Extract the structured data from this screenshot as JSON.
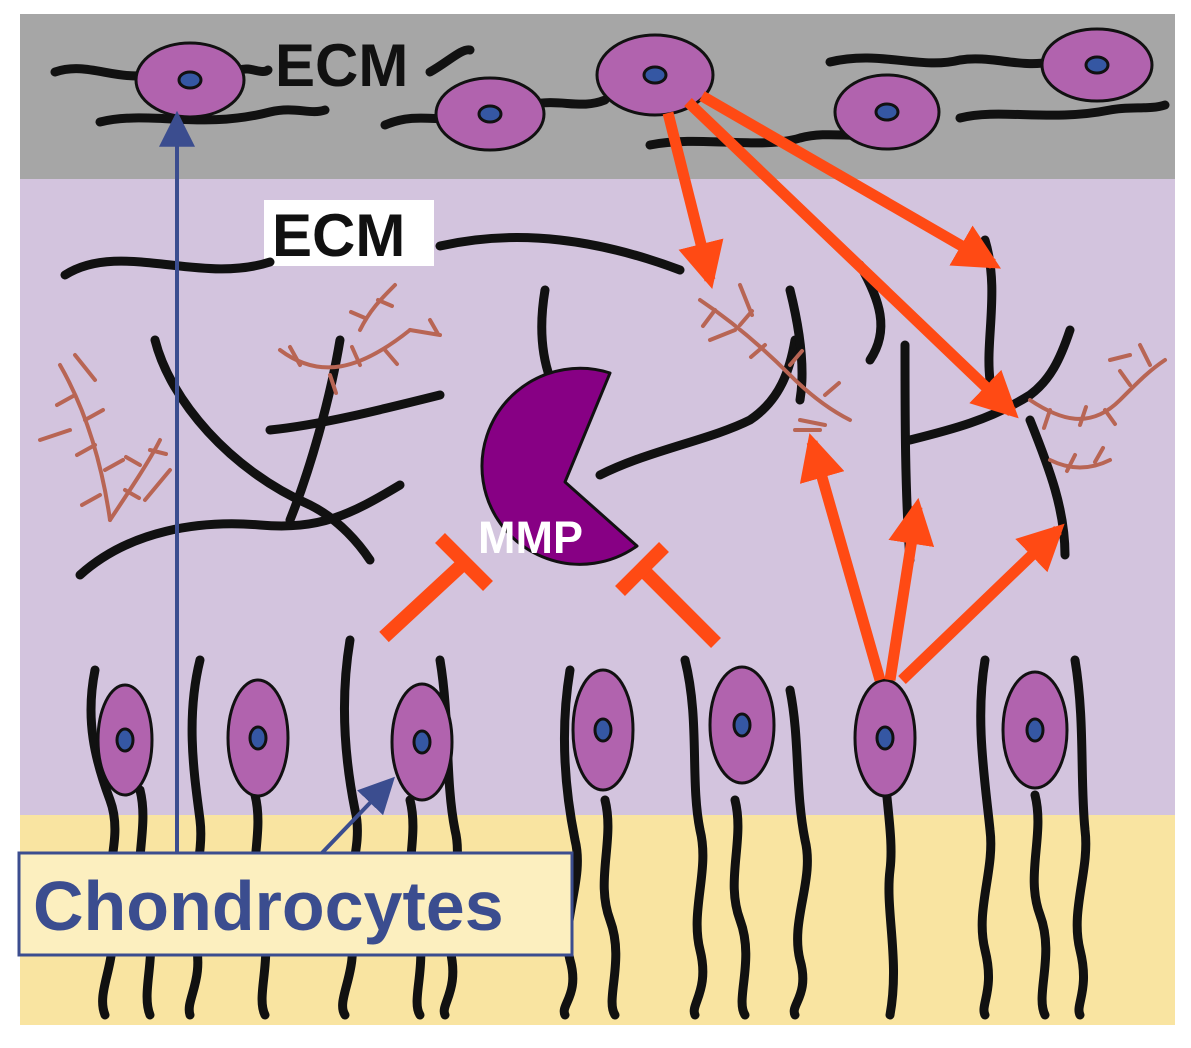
{
  "labels": {
    "ecm_top": "ECM",
    "ecm_middle": "ECM",
    "enzyme": "MMP",
    "chondrocytes": "Chondrocytes"
  },
  "colors": {
    "background": "#ffffff",
    "top_zone": "#a6a6a6",
    "middle_zone": "#d3c4de",
    "bottom_zone": "#f9e4a1",
    "fiber": "#111111",
    "cell_body": "#b163ae",
    "cell_nucleus": "#3557a3",
    "proteoglycan": "#b86554",
    "mmp_enzyme": "#870084",
    "arrow_orange": "#ff4a14",
    "chondrocyte_label": "#3b4d8f",
    "label_box_fill": "#fcefbf"
  }
}
